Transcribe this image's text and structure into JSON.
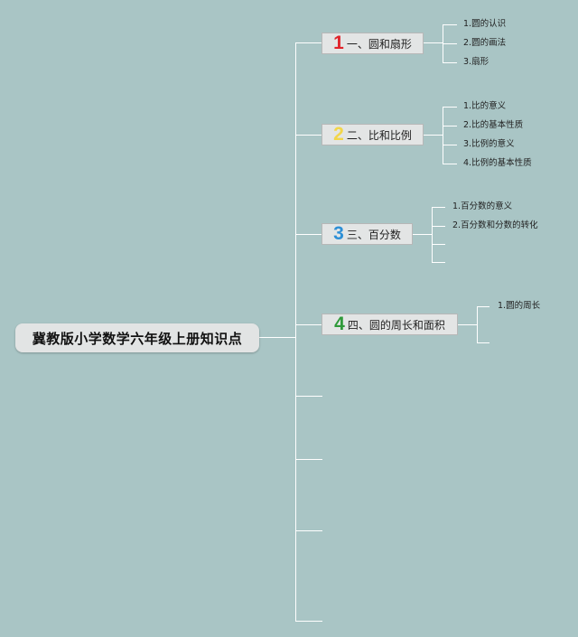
{
  "root": {
    "title": "冀教版小学数学六年级上册知识点"
  },
  "branches": [
    {
      "number": "1",
      "number_color": "#e0242b",
      "label": "一、圆和扇形",
      "leaves": [
        "1.圆的认识",
        "2.圆的画法",
        "3.扇形"
      ]
    },
    {
      "number": "2",
      "number_color": "#f2d64a",
      "label": "二、比和比例",
      "leaves": [
        "1.比的意义",
        "2.比的基本性质",
        "3.比例的意义",
        "4.比例的基本性质"
      ]
    },
    {
      "number": "3",
      "number_color": "#2d8fd6",
      "label": "三、百分数",
      "leaves": [
        "1.百分数的意义",
        "2.百分数和分数的转化",
        "",
        ""
      ]
    },
    {
      "number": "4",
      "number_color": "#2f9a3a",
      "label": "四、圆的周长和面积",
      "leaves": [
        "1.圆的周长",
        ""
      ]
    }
  ]
}
